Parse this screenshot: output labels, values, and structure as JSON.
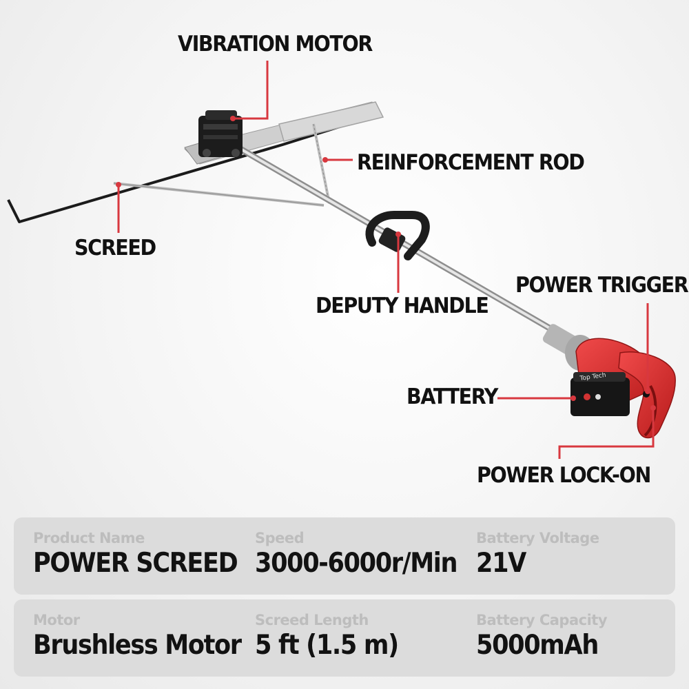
{
  "callouts": {
    "vibration_motor": "VIBRATION MOTOR",
    "reinforcement_rod": "REINFORCEMENT ROD",
    "screed": "SCREED",
    "deputy_handle": "DEPUTY HANDLE",
    "power_trigger": "POWER TRIGGER",
    "battery": "BATTERY",
    "power_lock_on": "POWER LOCK-ON"
  },
  "battery_brand": "Top Tech",
  "specs": {
    "row1": [
      {
        "label": "Product Name",
        "value": "POWER SCREED"
      },
      {
        "label": "Speed",
        "value": "3000-6000r/Min"
      },
      {
        "label": "Battery Voltage",
        "value": "21V"
      }
    ],
    "row2": [
      {
        "label": "Motor",
        "value": "Brushless Motor"
      },
      {
        "label": "Screed Length",
        "value": "5 ft (1.5 m)"
      },
      {
        "label": "Battery Capacity",
        "value": "5000mAh"
      }
    ]
  },
  "colors": {
    "leader_line": "#d8383f",
    "tool_body": "#e02b2b",
    "panel": "#dcdcdc",
    "label_text": "#bdbdbd",
    "value_text": "#121212"
  }
}
